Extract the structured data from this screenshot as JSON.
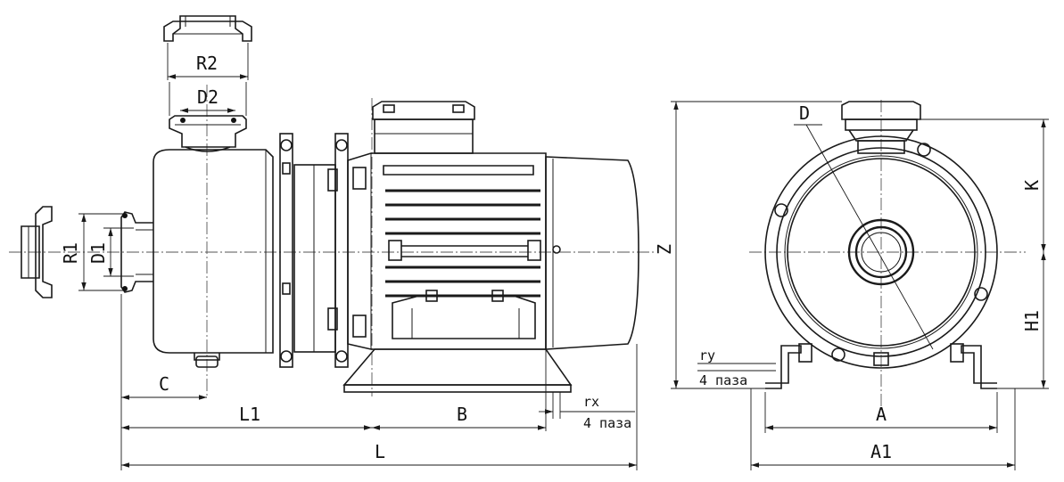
{
  "labels": {
    "R2": "R2",
    "D2": "D2",
    "R1": "R1",
    "D1": "D1",
    "C": "C",
    "L1": "L1",
    "B": "B",
    "L": "L",
    "rx": "rx",
    "slots_side": "4 паза",
    "Z": "Z",
    "D": "D",
    "K": "K",
    "H1": "H1",
    "ry": "ry",
    "slots_front": "4 паза",
    "A": "A",
    "A1": "A1"
  }
}
